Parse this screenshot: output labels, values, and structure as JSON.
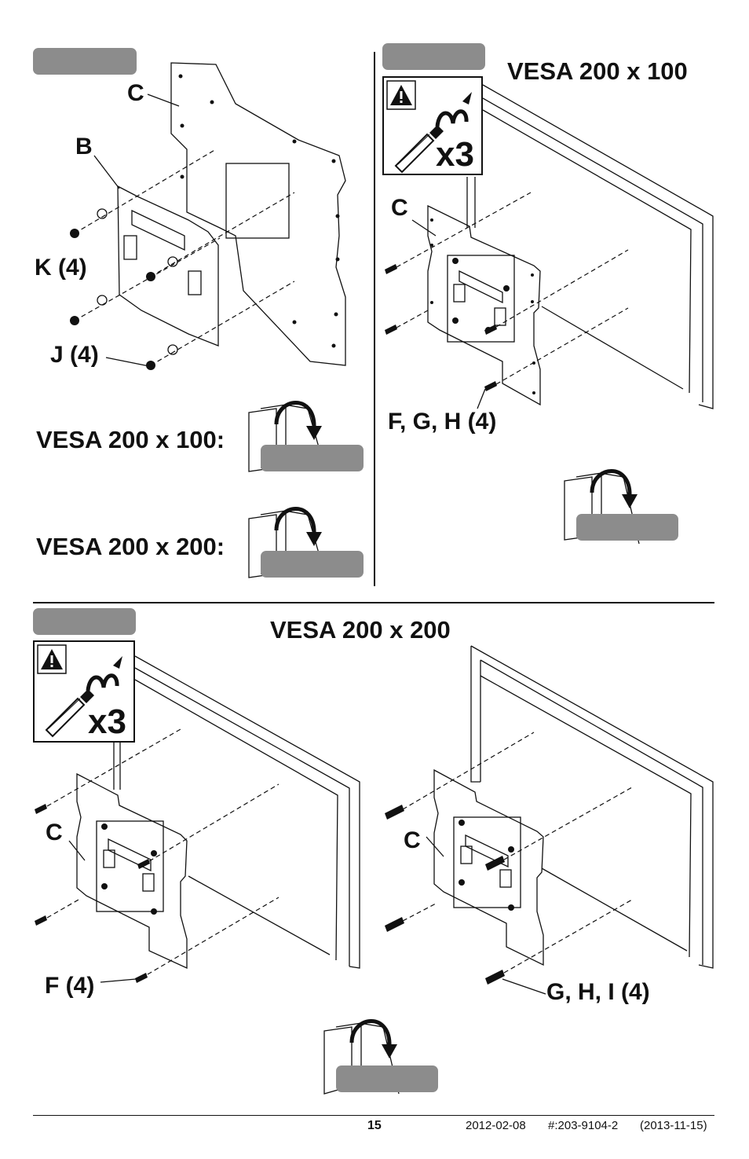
{
  "step1": {
    "labels": {
      "c": "C",
      "b": "B",
      "k": "K (4)",
      "j": "J (4)"
    },
    "option_100": "VESA 200 x 100:",
    "option_200": "VESA 200 x 200:"
  },
  "step2": {
    "title": "VESA 200 x 100",
    "warning_count": "x3",
    "labels": {
      "c": "C",
      "fgh": "F, G, H (4)"
    }
  },
  "step3": {
    "title": "VESA 200 x 200",
    "warning_count": "x3",
    "labels": {
      "c_left": "C",
      "f": "F (4)",
      "c_right": "C",
      "ghi": "G, H, I (4)"
    }
  },
  "footer": {
    "page_number": "15",
    "date": "2012-02-08",
    "doc_number": "#:203-9104-2",
    "revision": "(2013-11-15)"
  },
  "colors": {
    "step_pill": "#8c8c8c",
    "ink": "#111111"
  }
}
